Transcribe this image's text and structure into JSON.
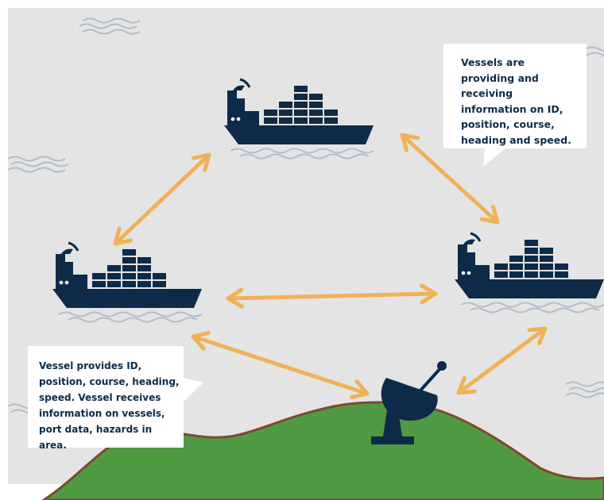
{
  "colors": {
    "background": "#e4e4e4",
    "ship": "#0d2b48",
    "arrow": "#f0b259",
    "land": "#4f9a43",
    "coastline": "#7d4a2c",
    "wave": "#b3bdc8",
    "callout_bg": "#ffffff",
    "callout_text": "#0d2b48"
  },
  "callouts": {
    "fleet_info": "Vessels are providing and receiving information on ID, position, course, heading and speed.",
    "vessel_info": "Vessel provides ID, position, course, heading, speed. Vessel receives information on vessels, port data, hazards in area."
  },
  "nodes": [
    {
      "id": "vessel-top",
      "type": "container-ship"
    },
    {
      "id": "vessel-left",
      "type": "container-ship"
    },
    {
      "id": "vessel-right",
      "type": "container-ship"
    },
    {
      "id": "shore-station",
      "type": "satellite-dish"
    }
  ],
  "links": [
    {
      "from": "vessel-top",
      "to": "vessel-left",
      "direction": "both"
    },
    {
      "from": "vessel-top",
      "to": "vessel-right",
      "direction": "both"
    },
    {
      "from": "vessel-left",
      "to": "vessel-right",
      "direction": "both"
    },
    {
      "from": "vessel-left",
      "to": "shore-station",
      "direction": "both"
    },
    {
      "from": "vessel-right",
      "to": "shore-station",
      "direction": "both"
    }
  ]
}
